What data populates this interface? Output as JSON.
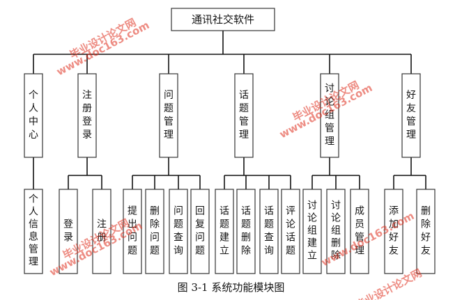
{
  "root": {
    "label": "通讯社交软件"
  },
  "modules": [
    {
      "label": "个人中心",
      "children": [
        "个人信息管理"
      ]
    },
    {
      "label": "注册登录",
      "children": [
        "登录",
        "注册"
      ]
    },
    {
      "label": "问题管理",
      "children": [
        "提出问题",
        "删除问题",
        "问题查询",
        "回复问题"
      ]
    },
    {
      "label": "话题管理",
      "children": [
        "话题建立",
        "话题删除",
        "话题查询",
        "评论话题"
      ]
    },
    {
      "label": "讨论组管理",
      "children": [
        "讨论组建立",
        "讨论组删除",
        "成员管理"
      ]
    },
    {
      "label": "好友管理",
      "children": [
        "添加好友",
        "删除好友"
      ]
    }
  ],
  "caption": "图 3-1  系统功能模块图",
  "watermarks": [
    "毕业设计论文网",
    "www.doc163.com"
  ],
  "colors": {
    "watermark": "#e0301e",
    "line": "#111111",
    "box_border": "#333333"
  }
}
